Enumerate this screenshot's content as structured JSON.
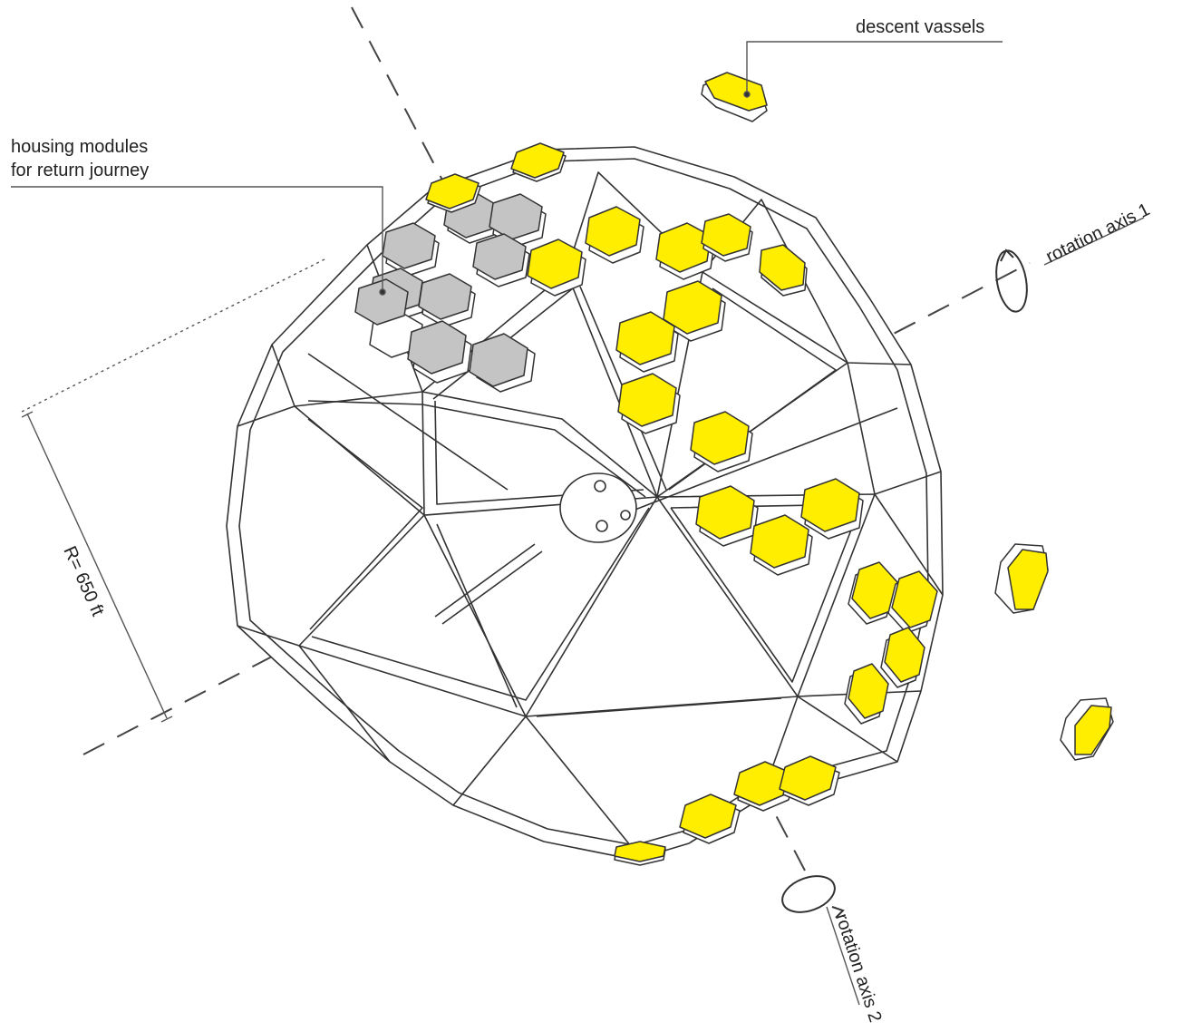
{
  "labels": {
    "descent": "descent vassels",
    "housing_line1": "housing modules",
    "housing_line2": "for return journey",
    "axis1": "rotation axis 1",
    "axis2": "rotation axis 2",
    "radius": "R= 650 ft"
  },
  "colors": {
    "yellow_module": "#ffee00",
    "gray_module": "#c4c4c4",
    "frame_stroke": "#333333",
    "background": "#ffffff"
  },
  "counts": {
    "housing_modules_shown": 9,
    "free_floating_vessels": 3
  }
}
